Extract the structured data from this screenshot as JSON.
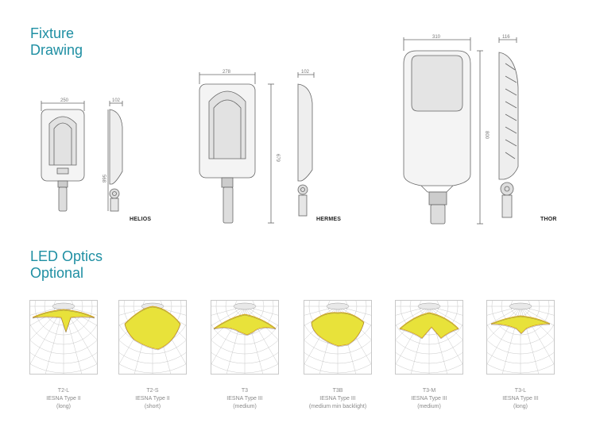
{
  "headings": {
    "fixture": [
      "Fixture",
      "Drawing"
    ],
    "optics": [
      "LED Optics",
      "Optional"
    ]
  },
  "fixtures": [
    {
      "name": "HELIOS",
      "width": "250",
      "depth": "102",
      "height": "568"
    },
    {
      "name": "HERMES",
      "width": "278",
      "depth": "102",
      "height": "679"
    },
    {
      "name": "THOR",
      "width": "310",
      "depth": "116",
      "height": "800"
    }
  ],
  "optics": [
    {
      "code": "T2-L",
      "type": "IESNA Type II",
      "note": "(long)"
    },
    {
      "code": "T2-S",
      "type": "IESNA Type II",
      "note": "(short)"
    },
    {
      "code": "T3",
      "type": "IESNA Type III",
      "note": "(medium)"
    },
    {
      "code": "T3B",
      "type": "IESNA Type III",
      "note": "(medium min backlight)"
    },
    {
      "code": "T3-M",
      "type": "IESNA Type III",
      "note": "(medium)"
    },
    {
      "code": "T3-L",
      "type": "IESNA Type III",
      "note": "(long)"
    }
  ],
  "colors": {
    "heading": "#1f8fa3",
    "beam": "#e8e23a",
    "beam_edge": "#d49a1a",
    "grid": "#c8c8c8",
    "outline": "#666666"
  }
}
